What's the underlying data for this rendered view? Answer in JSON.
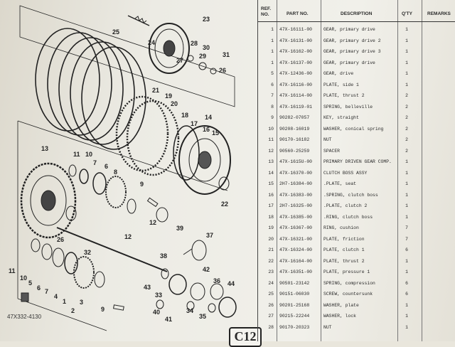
{
  "page": {
    "part_code": "47X332-4130",
    "page_tag": "C12"
  },
  "diagram": {
    "callouts": [
      "1",
      "2",
      "3",
      "4",
      "5",
      "6",
      "7",
      "8",
      "9",
      "10",
      "11",
      "12",
      "13",
      "14",
      "15",
      "16",
      "17",
      "18",
      "19",
      "20",
      "21",
      "22",
      "23",
      "24",
      "25",
      "26",
      "27",
      "28",
      "29",
      "30",
      "31",
      "32",
      "33",
      "34",
      "35",
      "36",
      "37",
      "38",
      "39",
      "40",
      "41",
      "42",
      "43",
      "44"
    ]
  },
  "table": {
    "header_top": "",
    "headers": {
      "ref": "REF.",
      "no": "NO.",
      "part": "PART NO.",
      "description": "DESCRIPTION",
      "qty": "Q'TY",
      "remarks": "REMARKS"
    },
    "rows": [
      {
        "no": "1",
        "part": "47X-16111-00",
        "desc": "GEAR, primary drive",
        "qty": "1",
        "rem": ""
      },
      {
        "no": "1",
        "part": "47X-16131-00",
        "desc": "GEAR, primary drive 2",
        "qty": "1",
        "rem": ""
      },
      {
        "no": "1",
        "part": "47X-16162-00",
        "desc": "GEAR, primary drive 3",
        "qty": "1",
        "rem": ""
      },
      {
        "no": "1",
        "part": "47X-16137-00",
        "desc": "GEAR, primary drive",
        "qty": "1",
        "rem": ""
      },
      {
        "no": "5",
        "part": "47X-12436-00",
        "desc": "GEAR, drive",
        "qty": "1",
        "rem": ""
      },
      {
        "no": "6",
        "part": "47X-16116-00",
        "desc": "PLATE, side 1",
        "qty": "1",
        "rem": ""
      },
      {
        "no": "7",
        "part": "47X-16114-00",
        "desc": "PLATE, thrust 2",
        "qty": "2",
        "rem": ""
      },
      {
        "no": "8",
        "part": "47X-16119-01",
        "desc": "SPRING, belleville",
        "qty": "2",
        "rem": ""
      },
      {
        "no": "9",
        "part": "90282-07057",
        "desc": "KEY, straight",
        "qty": "2",
        "rem": ""
      },
      {
        "no": "10",
        "part": "90208-16019",
        "desc": "WASHER, conical spring",
        "qty": "2",
        "rem": ""
      },
      {
        "no": "11",
        "part": "90170-16182",
        "desc": "NUT",
        "qty": "2",
        "rem": ""
      },
      {
        "no": "12",
        "part": "90560-25259",
        "desc": "SPACER",
        "qty": "2",
        "rem": ""
      },
      {
        "no": "13",
        "part": "47X-1615U-00",
        "desc": "PRIMARY DRIVEN GEAR COMP.",
        "qty": "1",
        "rem": ""
      },
      {
        "no": "14",
        "part": "47X-16370-00",
        "desc": "CLUTCH BOSS ASSY",
        "qty": "1",
        "rem": ""
      },
      {
        "no": "15",
        "part": "2H7-16384-00",
        "desc": ".PLATE, seat",
        "qty": "1",
        "rem": ""
      },
      {
        "no": "16",
        "part": "47X-16383-00",
        "desc": ".SPRING, clutch boss",
        "qty": "1",
        "rem": ""
      },
      {
        "no": "17",
        "part": "2H7-16325-00",
        "desc": ".PLATE, clutch 2",
        "qty": "1",
        "rem": ""
      },
      {
        "no": "18",
        "part": "47X-16385-00",
        "desc": ".RING, clutch boss",
        "qty": "1",
        "rem": ""
      },
      {
        "no": "19",
        "part": "47X-16367-00",
        "desc": "RING, cushion",
        "qty": "7",
        "rem": ""
      },
      {
        "no": "20",
        "part": "47X-16321-00",
        "desc": "PLATE, friction",
        "qty": "7",
        "rem": ""
      },
      {
        "no": "21",
        "part": "47X-16324-00",
        "desc": "PLATE, clutch 1",
        "qty": "6",
        "rem": ""
      },
      {
        "no": "22",
        "part": "47X-16164-00",
        "desc": "PLATE, thrust 2",
        "qty": "1",
        "rem": ""
      },
      {
        "no": "23",
        "part": "47X-16351-00",
        "desc": "PLATE, pressure 1",
        "qty": "1",
        "rem": ""
      },
      {
        "no": "24",
        "part": "90501-23142",
        "desc": "SPRING, compression",
        "qty": "6",
        "rem": ""
      },
      {
        "no": "25",
        "part": "90151-06030",
        "desc": "SCREW, countersunk",
        "qty": "6",
        "rem": ""
      },
      {
        "no": "26",
        "part": "90201-25168",
        "desc": "WASHER, plate",
        "qty": "1",
        "rem": ""
      },
      {
        "no": "27",
        "part": "90215-22244",
        "desc": "WASHER, lock",
        "qty": "1",
        "rem": ""
      },
      {
        "no": "28",
        "part": "90170-20323",
        "desc": "NUT",
        "qty": "1",
        "rem": ""
      }
    ]
  }
}
